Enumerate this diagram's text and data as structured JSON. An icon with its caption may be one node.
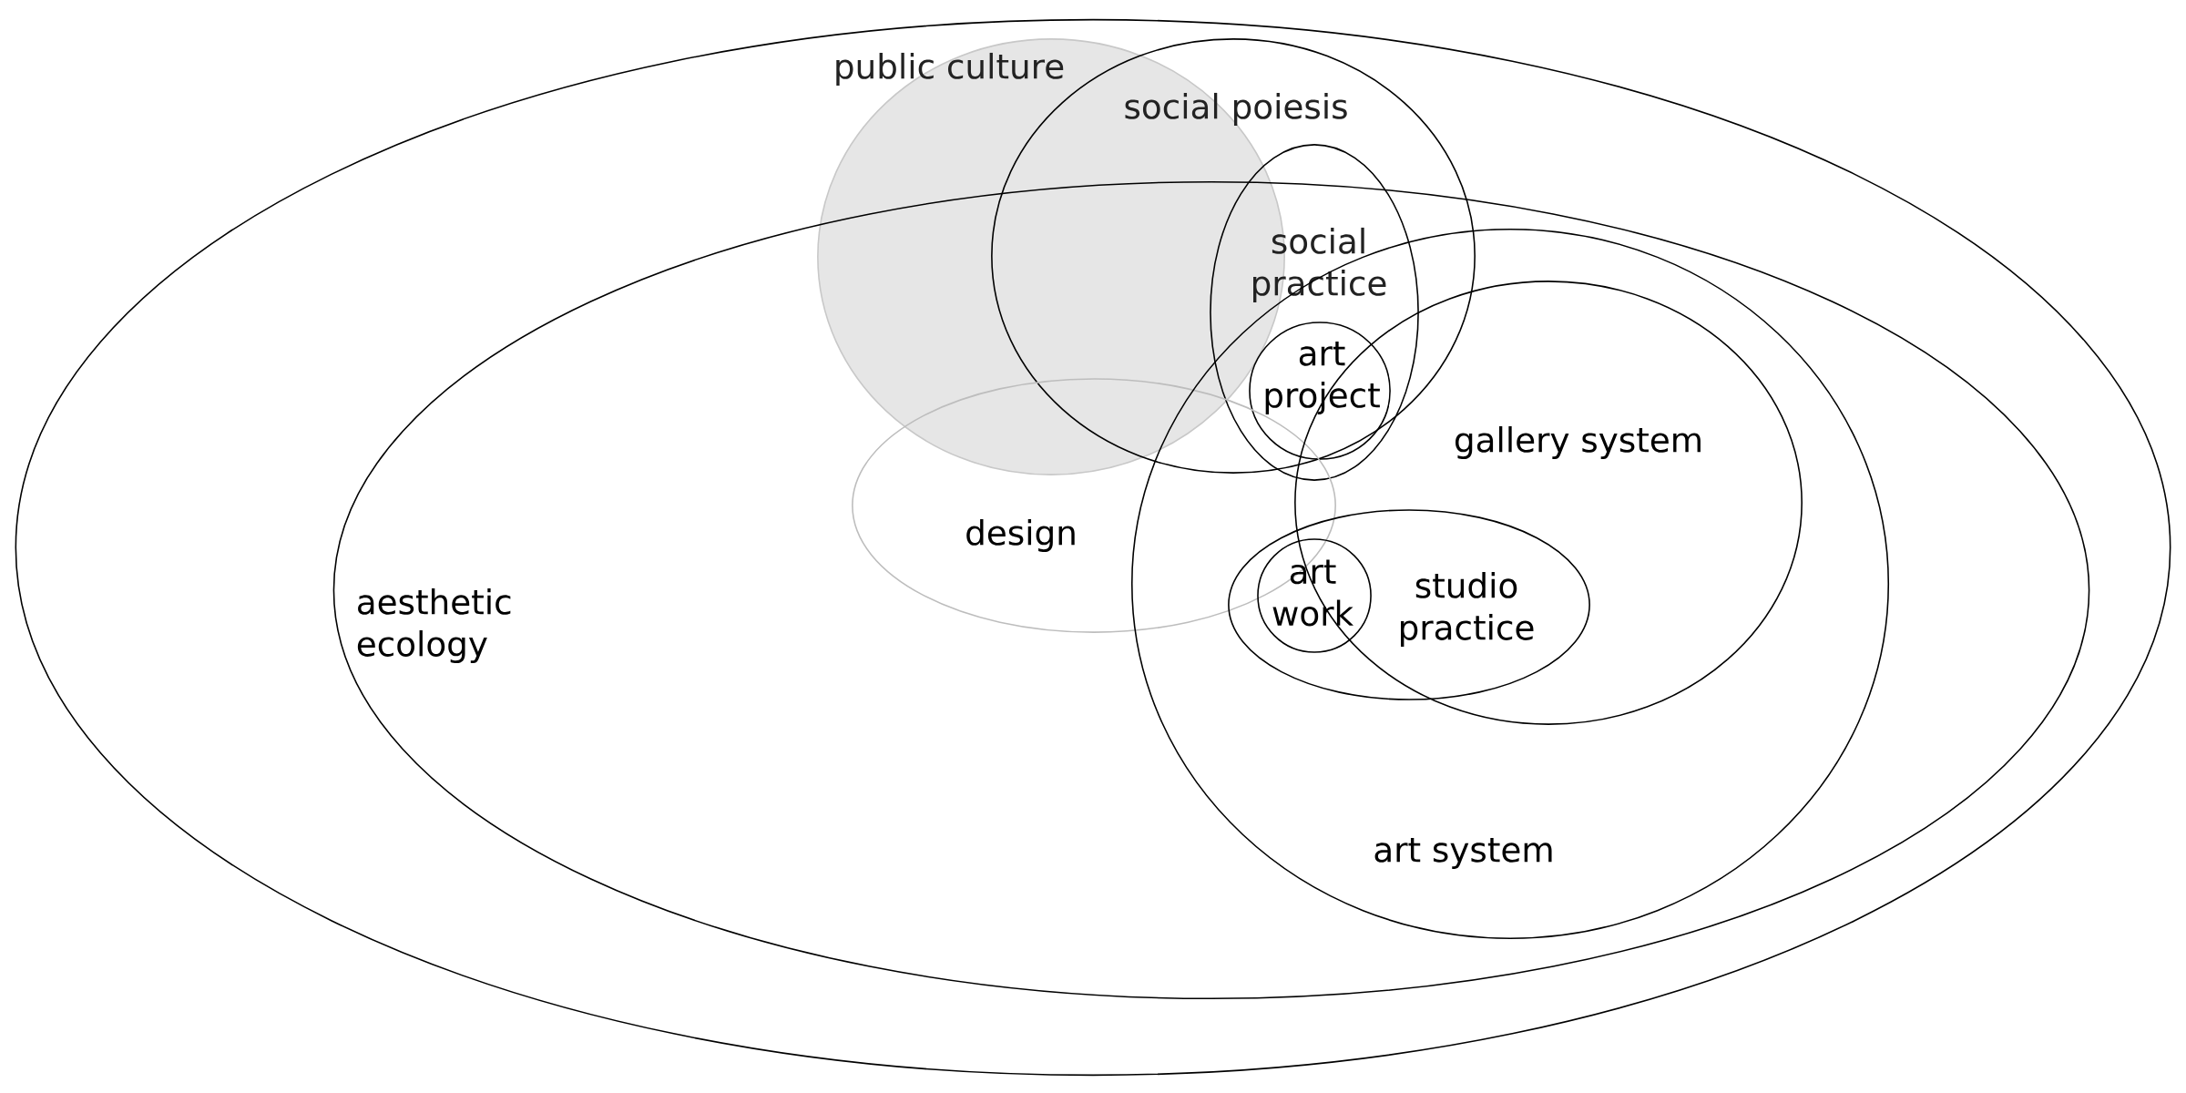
{
  "diagram": {
    "nodes": [
      {
        "text": [],
        "shape": "ellipse"
      },
      {
        "text": [
          "public culture"
        ],
        "in": 0
      },
      {
        "text": [
          "social poiesis"
        ],
        "in": 0
      },
      {
        "text": [
          "aesthetic ecology"
        ],
        "in": 0
      },
      {
        "text": [
          "social practice"
        ],
        "in": 2
      },
      {
        "text": [
          "art project"
        ]
      },
      {
        "text": [
          "design"
        ],
        "in": 3
      },
      {
        "text": [
          "art system"
        ],
        "in": 3
      },
      {
        "text": [
          "gallery system"
        ],
        "in": 7
      },
      {
        "text": [
          "studio practice"
        ],
        "in": 7
      },
      {
        "text": [
          "art work"
        ],
        "in": 9
      }
    ]
  }
}
